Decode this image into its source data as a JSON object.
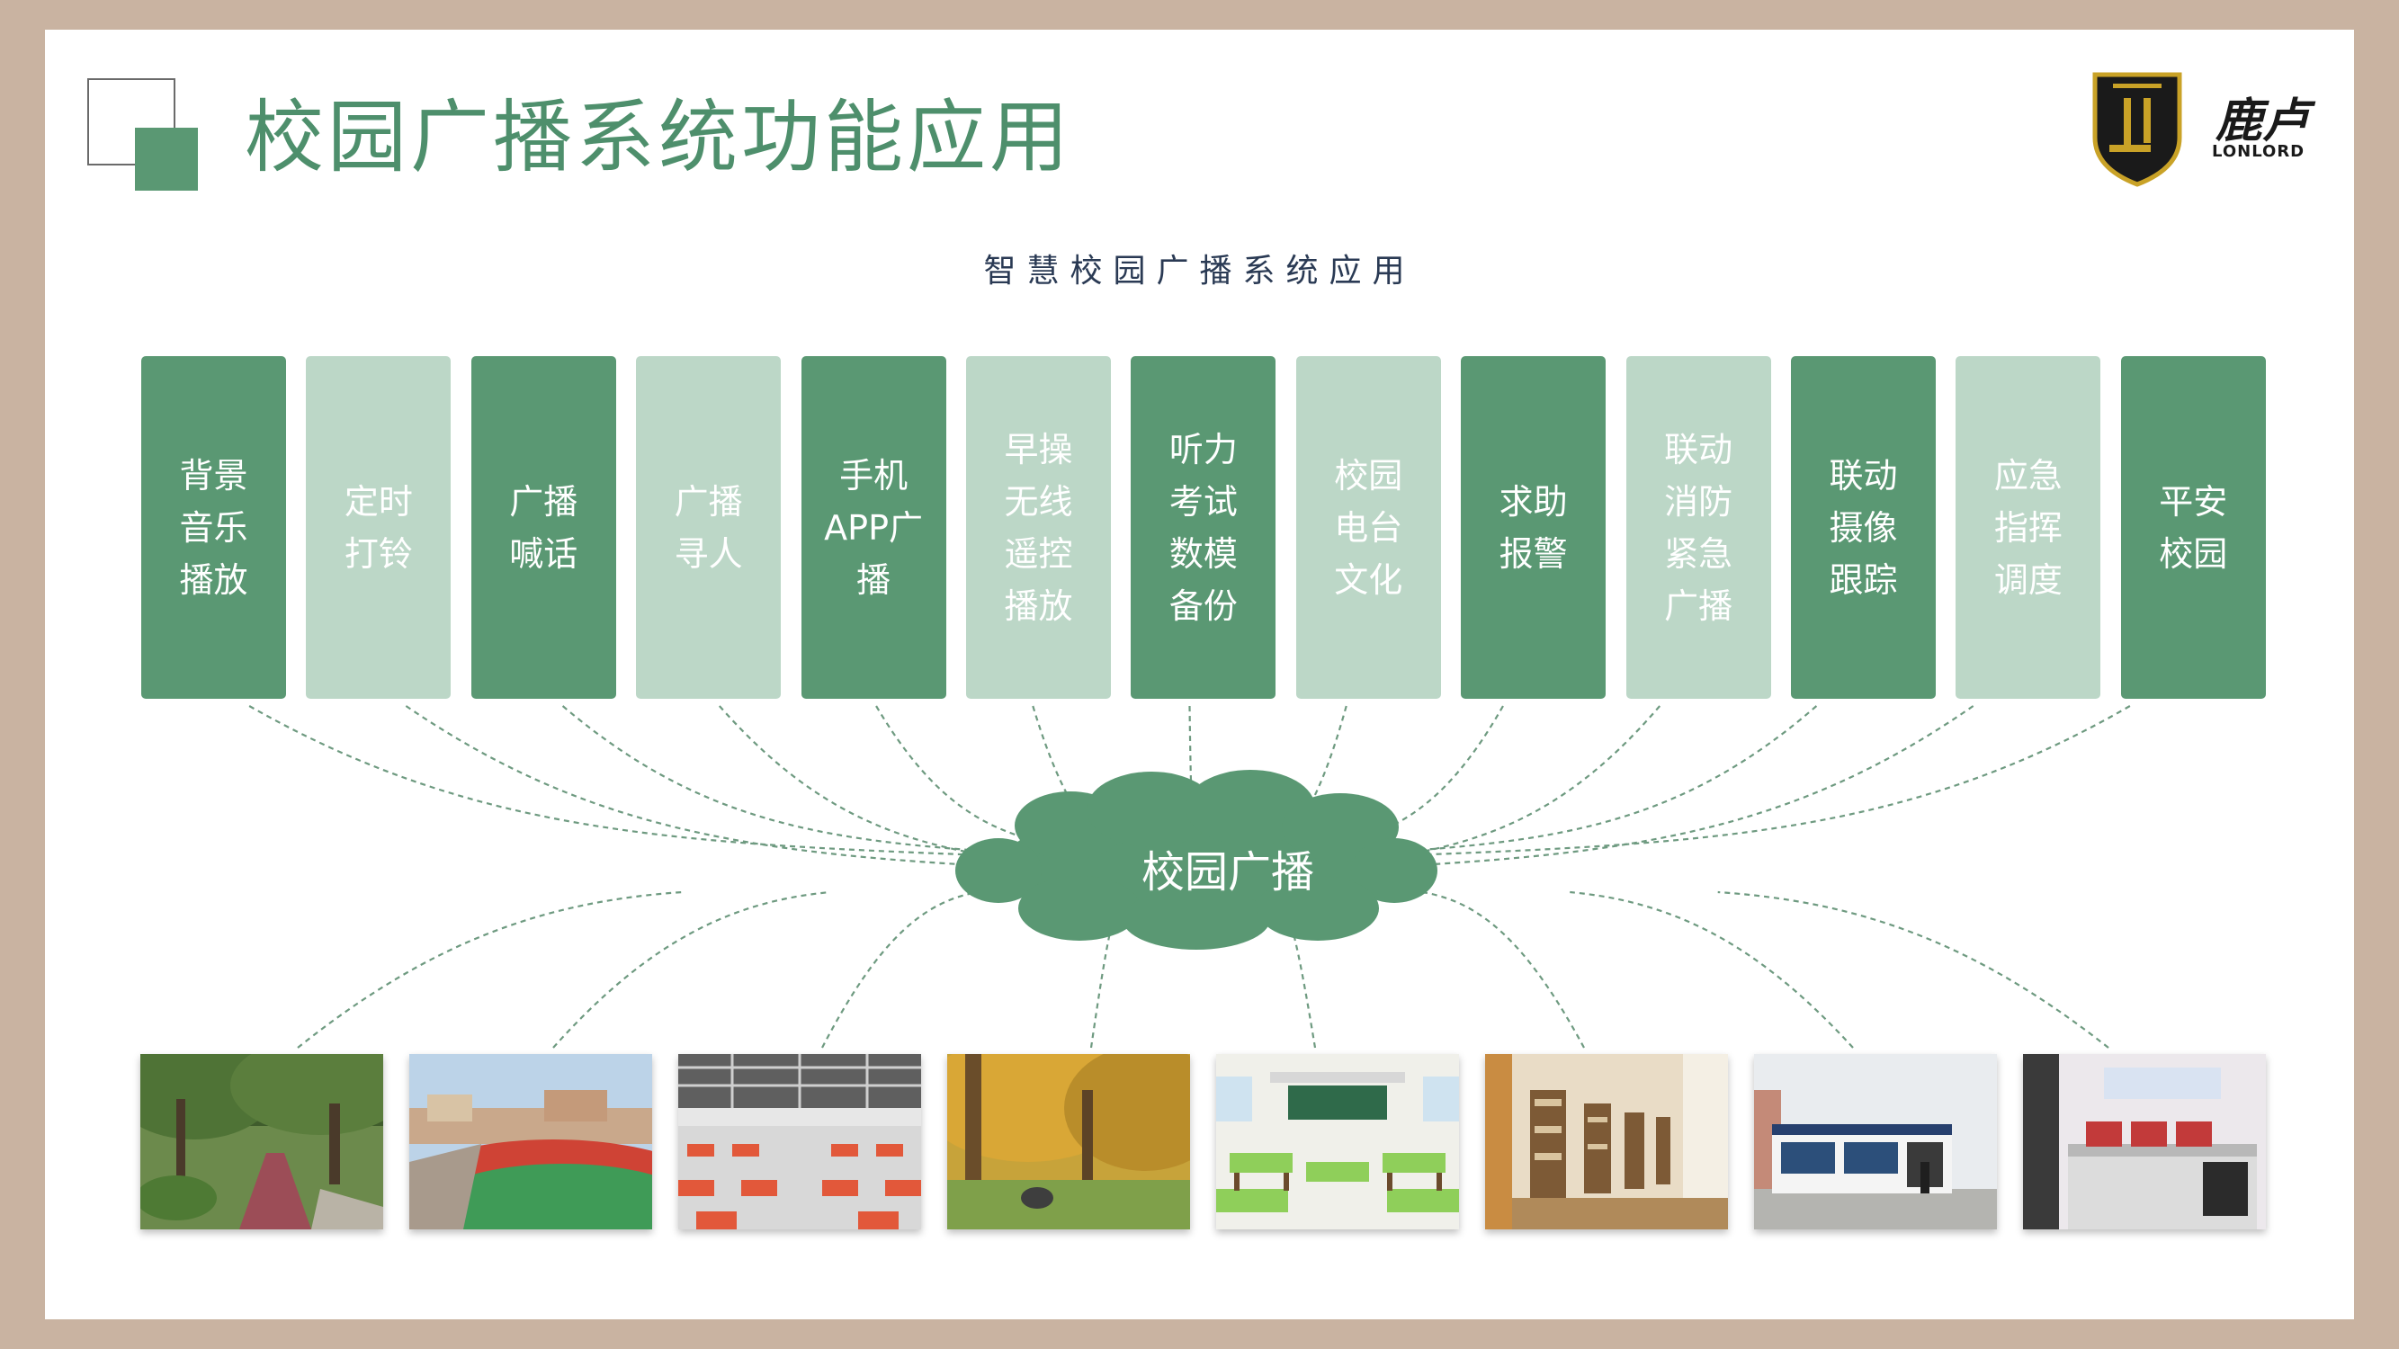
{
  "title": "校园广播系统功能应用",
  "subtitle": "智慧校园广播系统应用",
  "brand": {
    "name_cn": "鹿卢",
    "name_en": "LONLORD"
  },
  "hub": {
    "label": "校园广播"
  },
  "colors": {
    "frame": "#c9b3a1",
    "accent_green": "#5a9873",
    "light_green": "#bcd7c7",
    "title_green": "#4e8f6c",
    "subtitle_navy": "#2a3a54"
  },
  "functions": [
    {
      "label": "背景\n音乐\n播放",
      "style": "dark"
    },
    {
      "label": "定时\n打铃",
      "style": "light"
    },
    {
      "label": "广播\n喊话",
      "style": "dark"
    },
    {
      "label": "广播\n寻人",
      "style": "light"
    },
    {
      "label": "手机\nAPP广\n播",
      "style": "dark"
    },
    {
      "label": "早操\n无线\n遥控\n播放",
      "style": "light"
    },
    {
      "label": "听力\n考试\n数模\n备份",
      "style": "dark"
    },
    {
      "label": "校园\n电台\n文化",
      "style": "light"
    },
    {
      "label": "求助\n报警",
      "style": "dark"
    },
    {
      "label": "联动\n消防\n紧急\n广播",
      "style": "light"
    },
    {
      "label": "联动\n摄像\n跟踪",
      "style": "dark"
    },
    {
      "label": "应急\n指挥\n调度",
      "style": "light"
    },
    {
      "label": "平安\n校园",
      "style": "dark"
    }
  ],
  "photos": [
    {
      "scene": "tree-lined-campus-path"
    },
    {
      "scene": "running-track-stadium"
    },
    {
      "scene": "cafeteria-hall"
    },
    {
      "scene": "autumn-lawn-reading"
    },
    {
      "scene": "classroom"
    },
    {
      "scene": "library-bookshelves"
    },
    {
      "scene": "security-guard-booth"
    },
    {
      "scene": "broadcast-control-room"
    }
  ]
}
